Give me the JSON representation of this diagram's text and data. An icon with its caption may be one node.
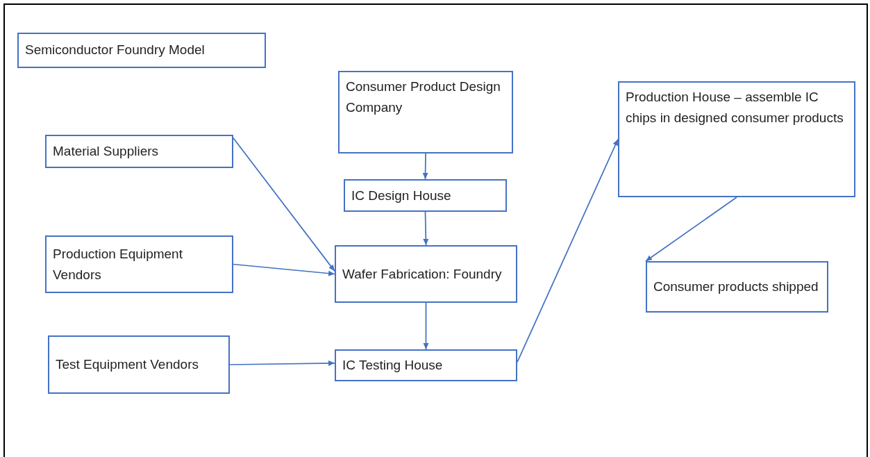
{
  "diagram": {
    "title": "Semiconductor Foundry Model",
    "nodes": [
      {
        "text": [
          "Consumer Product Design Company"
        ]
      },
      {
        "text": [
          "IC Design House"
        ]
      },
      {
        "text": [
          "Material Suppliers"
        ]
      },
      {
        "text": [
          "Production Equipment Vendors"
        ]
      },
      {
        "text": [
          "Wafer Fabrication: Foundry"
        ]
      },
      {
        "text": [
          "Test Equipment Vendors"
        ]
      },
      {
        "text": [
          "IC Testing House"
        ]
      },
      {
        "text": [
          "Production House – assemble IC chips in designed consumer products"
        ]
      },
      {
        "text": [
          "Consumer products shipped"
        ]
      }
    ],
    "edges": [
      {
        "from": 0,
        "to": 1,
        "arrow": "to"
      },
      {
        "from": 1,
        "to": 4,
        "arrow": "to"
      },
      {
        "from": 2,
        "to": 4,
        "arrow": "to"
      },
      {
        "from": 3,
        "to": 4,
        "arrow": "to"
      },
      {
        "from": 4,
        "to": 6,
        "arrow": "to"
      },
      {
        "from": 5,
        "to": 6,
        "arrow": "to"
      },
      {
        "from": 6,
        "to": 7,
        "arrow": "to"
      },
      {
        "from": 7,
        "to": 8,
        "arrow": "to"
      }
    ]
  }
}
